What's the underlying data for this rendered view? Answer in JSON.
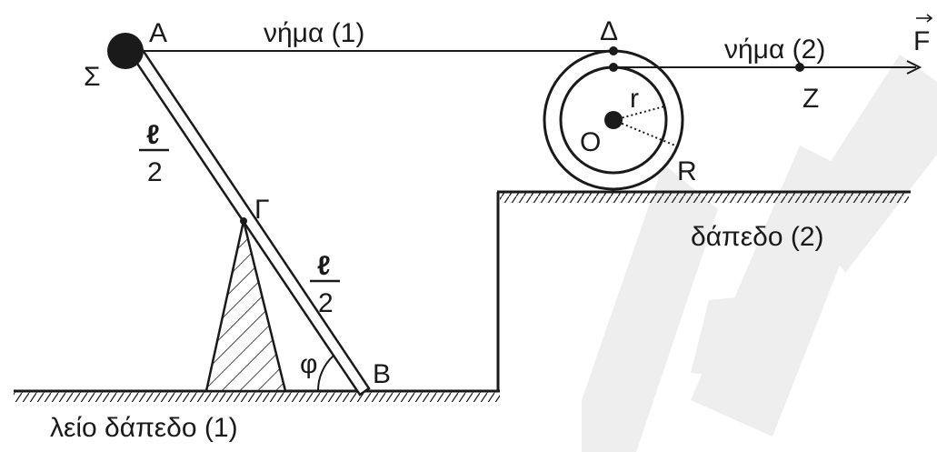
{
  "labels": {
    "A": "A",
    "Sigma": "Σ",
    "Gamma": "Γ",
    "B": "B",
    "Delta": "Δ",
    "Z": "Z",
    "O": "O",
    "r": "r",
    "R": "R",
    "phi": "φ",
    "half_l_upper_num": "ℓ",
    "half_l_upper_den": "2",
    "half_l_lower_num": "ℓ",
    "half_l_lower_den": "2",
    "string1": "νήμα (1)",
    "string2": "νήμα (2)",
    "force": "F",
    "floor2": "δάπεδο (2)",
    "floor1": "λείο δάπεδο (1)"
  },
  "colors": {
    "ink": "#1a1a1a",
    "watermark": "#eeeeee"
  }
}
